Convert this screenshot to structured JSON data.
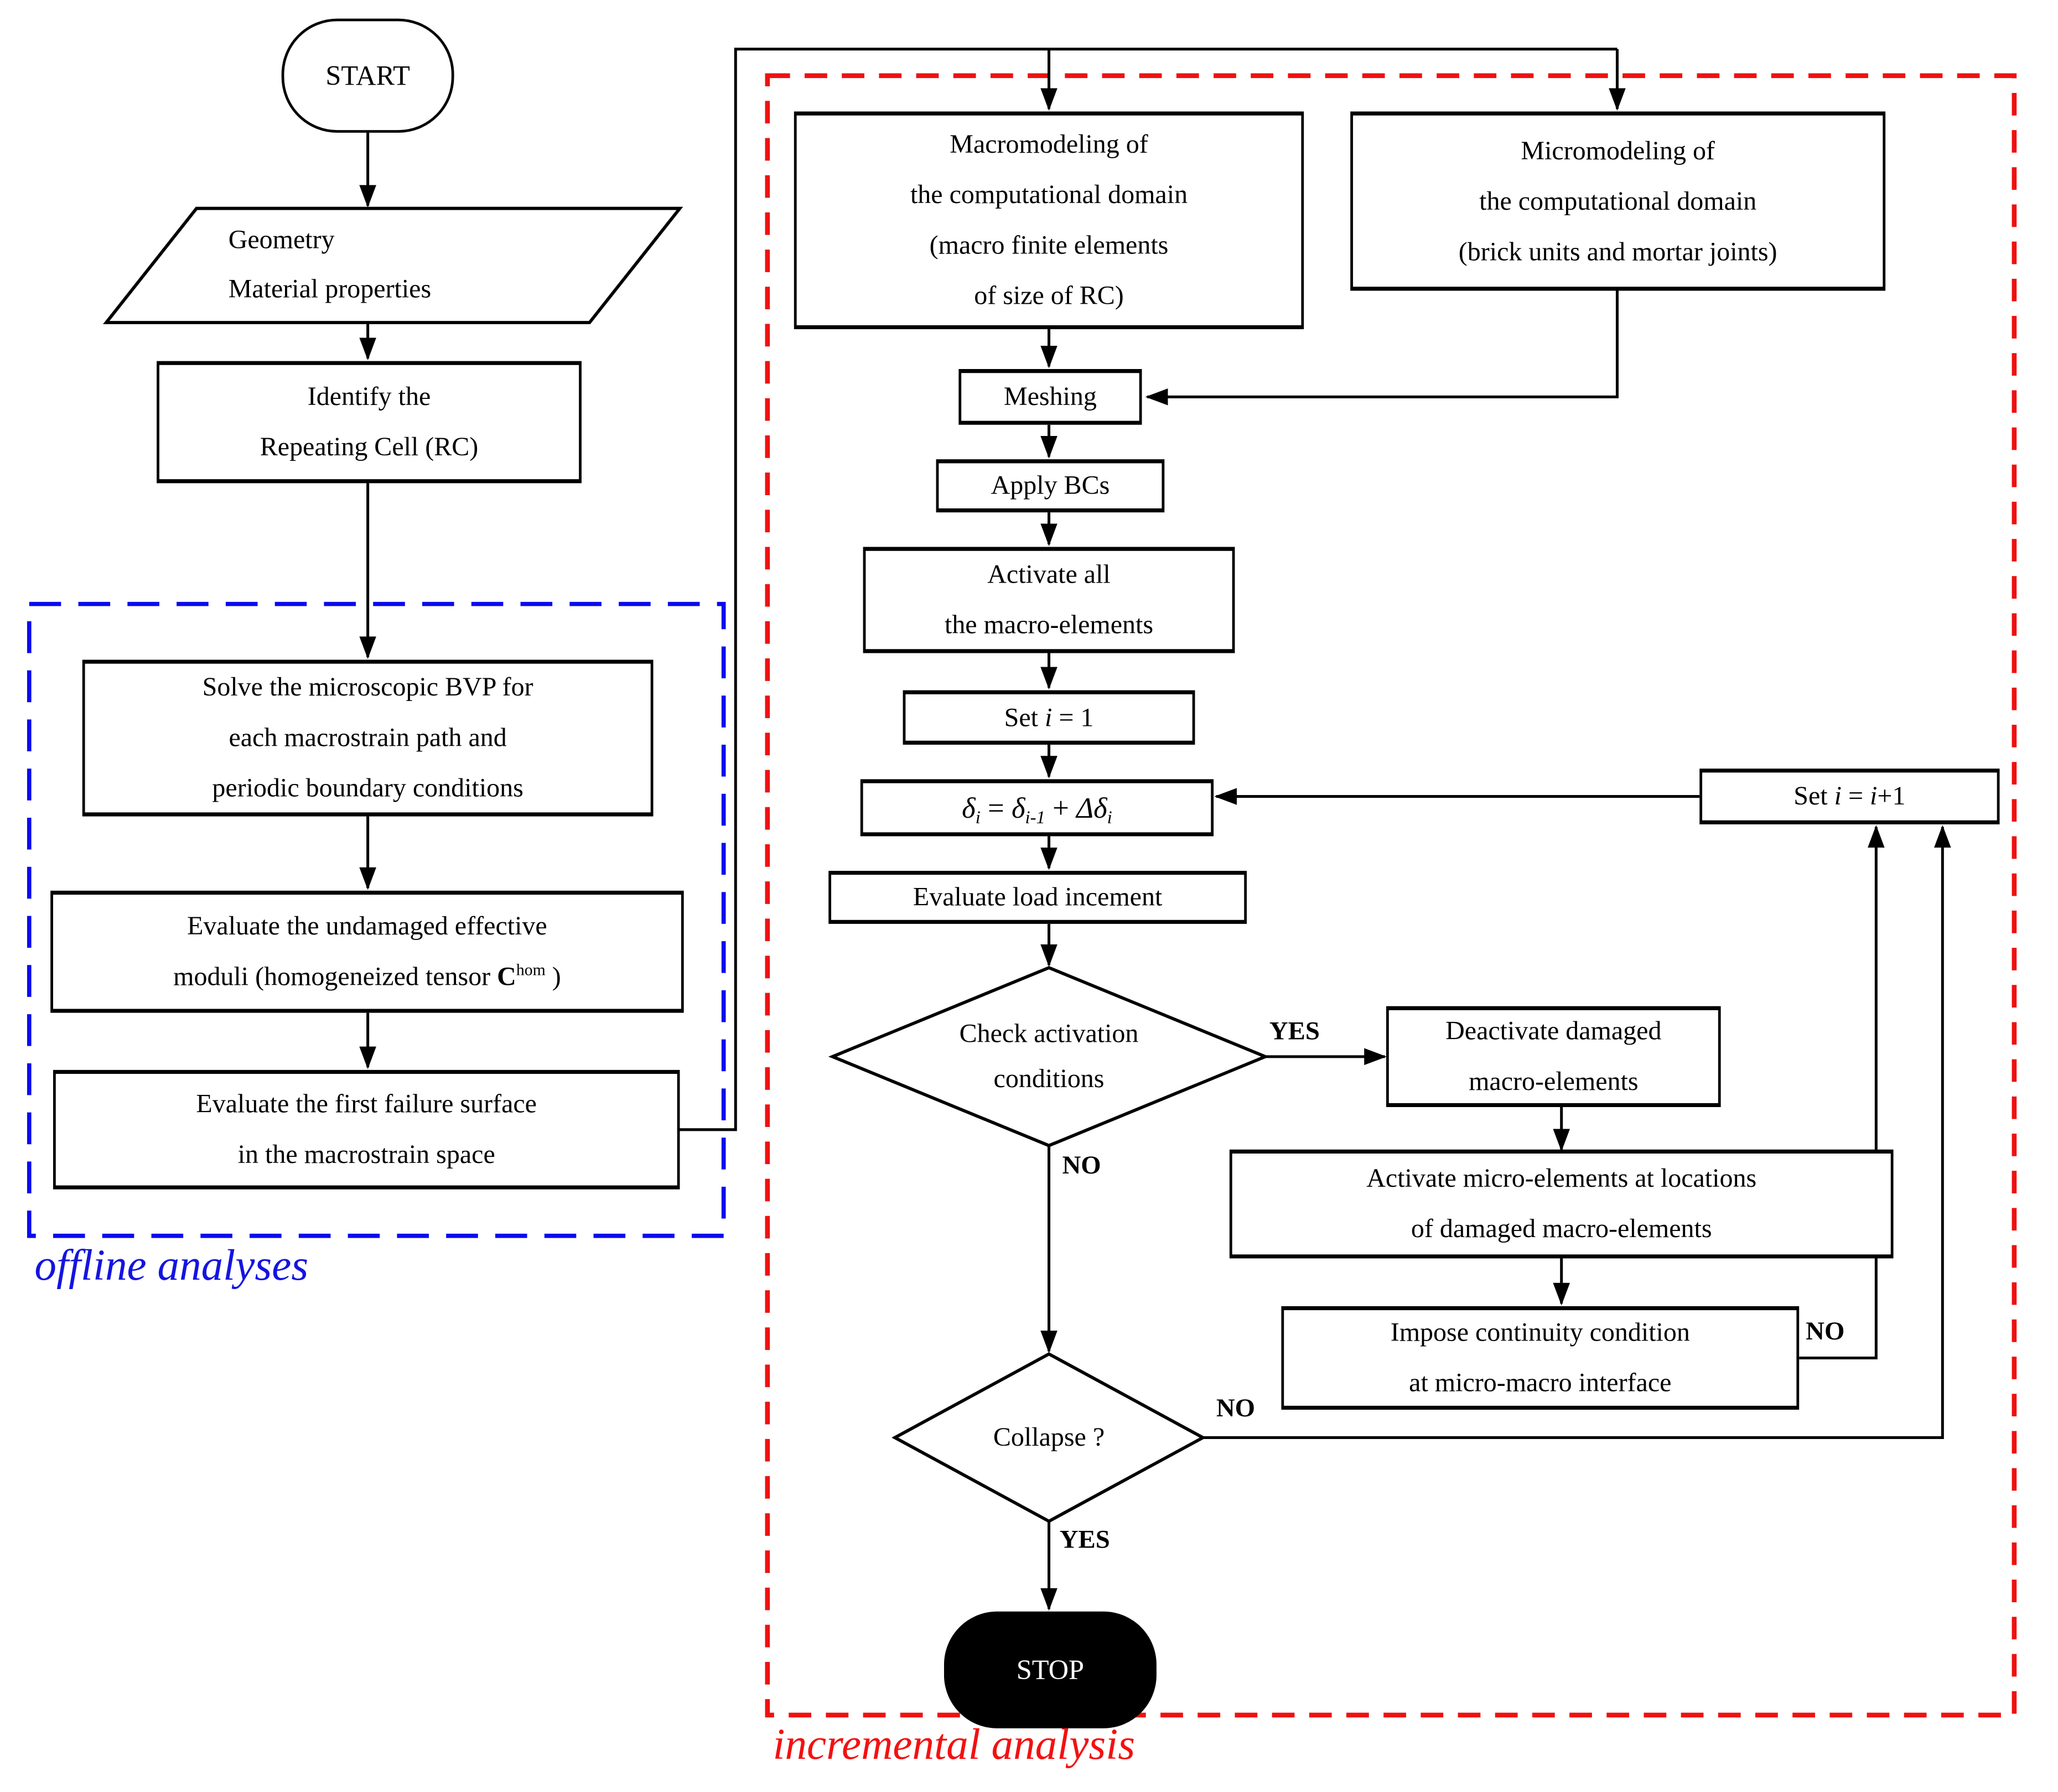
{
  "flow": {
    "start": "START",
    "geometry": {
      "l1": "Geometry",
      "l2": "Material properties"
    },
    "identify": {
      "l1": "Identify the",
      "l2": "Repeating Cell (RC)"
    },
    "solve": {
      "l1": "Solve the microscopic BVP for",
      "l2": "each macrostrain path and",
      "l3": "periodic boundary conditions"
    },
    "moduli": {
      "l1": "Evaluate the undamaged effective",
      "l2a": "moduli (homogeneized tensor ",
      "l2b": "C",
      "l2c": "hom",
      "l2d": " )"
    },
    "failure": {
      "l1": "Evaluate the first failure surface",
      "l2": "in the macrostrain space"
    },
    "macromodeling": {
      "l1": "Macromodeling of",
      "l2": "the computational domain",
      "l3": "(macro finite elements",
      "l4": "of size of RC)"
    },
    "micromodeling": {
      "l1": "Micromodeling of",
      "l2": "the computational domain",
      "l3": "(brick units and mortar joints)"
    },
    "meshing": "Meshing",
    "apply_bcs": "Apply BCs",
    "activate_all": {
      "l1": "Activate all",
      "l2": "the macro-elements"
    },
    "set_i_1": {
      "a": "Set ",
      "i": "i",
      "b": " = 1"
    },
    "delta_eq": {
      "d1": "δ",
      "s1": "i",
      "eq": " = ",
      "d2": "δ",
      "s2": "i-1",
      "plus": " + ",
      "d3": "Δδ",
      "s3": "i"
    },
    "eval_load": "Evaluate load incement",
    "check_activation": {
      "l1": "Check activation",
      "l2": "conditions"
    },
    "deactivate": {
      "l1": "Deactivate damaged",
      "l2": "macro-elements"
    },
    "activate_micro": {
      "l1": "Activate micro-elements at locations",
      "l2": "of damaged macro-elements"
    },
    "impose": {
      "l1": "Impose continuity condition",
      "l2": "at micro-macro interface"
    },
    "set_i_next": {
      "a": "Set ",
      "i1": "i",
      "b": " = ",
      "i2": "i",
      "c": "+1"
    },
    "collapse": "Collapse ?",
    "stop": "STOP"
  },
  "edge_labels": {
    "check_yes": "YES",
    "check_no": "NO",
    "impose_no": "NO",
    "collapse_no": "NO",
    "collapse_yes": "YES"
  },
  "regions": {
    "offline": {
      "label": "offline analyses",
      "border_color": "#0a0aee",
      "label_color": "#1414e0"
    },
    "incremental": {
      "label": "incremental analysis",
      "border_color": "#ee1111",
      "label_color": "#f31111"
    }
  },
  "colors": {
    "line": "#000000",
    "box_bg": "#ffffff",
    "stop_bg": "#000000",
    "stop_text": "#ffffff"
  }
}
